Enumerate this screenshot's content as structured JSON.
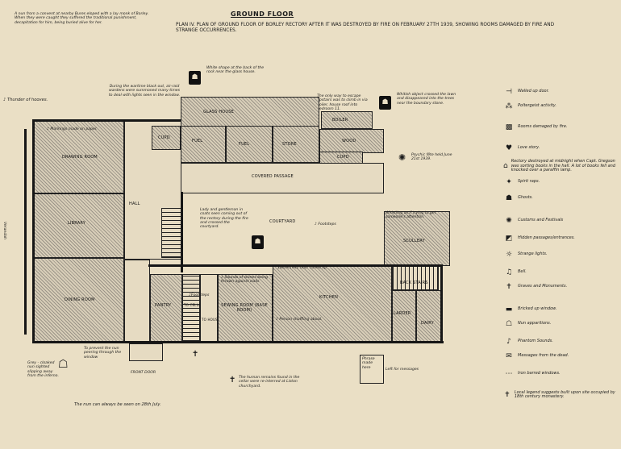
{
  "header": {
    "title": "Ground Floor",
    "plan_caption": "Plan IV. Plan of ground floor of Borley Rectory after it was destroyed by fire on February 27th 1939, showing rooms damaged by fire and strange occurrences."
  },
  "notes": {
    "nun_story": "A nun from a convent at nearby Bures eloped with a lay monk of Borley. When they were caught they suffered the traditional punishment, decapitation for him, being buried alive for her.",
    "thunder": "Thunder of hooves.",
    "wartime": "During the wartime black out, air-raid wardens were summoned many times to deal with lights seen in the window.",
    "white_shape": "White shape at the back of the rock near the glass house.",
    "escape": "The only way to escape upstairs was to climb in via boiler, house roof into bedroom 11.",
    "whitish_object": "Whitish object crossed the lawn and disappeared into the trees near the boundary stone.",
    "psychic_fete": "Psychic fête held June 21st 1939.",
    "markings": "Markings made on paper.",
    "lady_gentleman": "Lady and gentleman in coats seen coming out of the rectory during the fire and crossed the courtyard.",
    "footsteps": "Footsteps",
    "whistling": "Whistling as if trying to get someone's attention.",
    "door_nailed": "18/09/1942 door nailed up",
    "sounds_stones": "Sounds of stones being thrown against walls",
    "footsteps_small": "Footsteps",
    "person_shuffling": "Person shuffling about.",
    "nun_prevent": "To prevent the nun peering through the window",
    "grey_cloaked": "Grey - cloaked nun sighted slipping away from the inferno.",
    "front_door": "Front door",
    "human_remains": "The human remains found in the cellar were re-interred at Liston churchyard.",
    "messages_left": "Left for messages",
    "phrase_note": "Phrase made here",
    "nun_28july": "The nun can always be seen on 28th July.",
    "verandah": "Verandah"
  },
  "rooms": {
    "glass_house": "Glass House",
    "drawing_room": "Drawing Room",
    "library": "Library",
    "dining_room": "Dining Room",
    "hall": "Hall",
    "fuel1": "Fuel",
    "fuel2": "Fuel",
    "store": "Store",
    "wood": "Wood",
    "covered_passage": "Covered Passage",
    "courtyard": "Courtyard",
    "scullery": "Scullery",
    "kitchen": "Kitchen",
    "larder": "Larder",
    "dairy": "Dairy",
    "back_stairs": "Back stairs",
    "pantry": "Pantry",
    "sewing_room": "Sewing Room (Base room)",
    "boiler": "Boiler",
    "cupd1": "Cupd",
    "cupd2": "Cupd",
    "to_cellar": "To cellar",
    "to_house": "To house"
  },
  "legend": [
    {
      "icon": "walled-up-door-icon",
      "glyph": "⊣",
      "label": "Walled up door."
    },
    {
      "icon": "poltergeist-icon",
      "glyph": "⁂",
      "label": "Poltergeist activity."
    },
    {
      "icon": "fire-damage-icon",
      "glyph": "▩",
      "label": "Rooms damaged by fire."
    },
    {
      "icon": "love-story-icon",
      "glyph": "♥",
      "label": "Love story."
    },
    {
      "icon": "rectory-destroyed-icon",
      "glyph": "⌂",
      "label": "Rectory destroyed at midnight when Capt. Gregson was sorting books in the hall. A lot of books fell and knocked over a paraffin lamp."
    },
    {
      "icon": "spirit-raps-icon",
      "glyph": "✦",
      "label": "Spirit raps."
    },
    {
      "icon": "ghost-icon",
      "glyph": "☗",
      "label": "Ghosts."
    },
    {
      "icon": "customs-festivals-icon",
      "glyph": "✺",
      "label": "Customs and Festivals"
    },
    {
      "icon": "hidden-passages-icon",
      "glyph": "◩",
      "label": "Hidden passages/entrances."
    },
    {
      "icon": "strange-lights-icon",
      "glyph": "☼",
      "label": "Strange lights."
    },
    {
      "icon": "bell-icon",
      "glyph": "♫",
      "label": "Bell."
    },
    {
      "icon": "graves-icon",
      "glyph": "✝",
      "label": "Graves and Monuments."
    },
    {
      "icon": "bricked-window-icon",
      "glyph": "▬",
      "label": "Bricked up window."
    },
    {
      "icon": "nun-icon",
      "glyph": "☖",
      "label": "Nun apparitions."
    },
    {
      "icon": "phantom-sounds-icon",
      "glyph": "♪",
      "label": "Phantom Sounds."
    },
    {
      "icon": "messages-icon",
      "glyph": "✉",
      "label": "Messages from the dead."
    },
    {
      "icon": "iron-barred-icon",
      "glyph": "⋯",
      "label": "Iron barred windows."
    },
    {
      "icon": "local-legend-icon",
      "glyph": "✝",
      "label": "Local legend suggests built upon site occupied by 18th century monastery."
    }
  ]
}
